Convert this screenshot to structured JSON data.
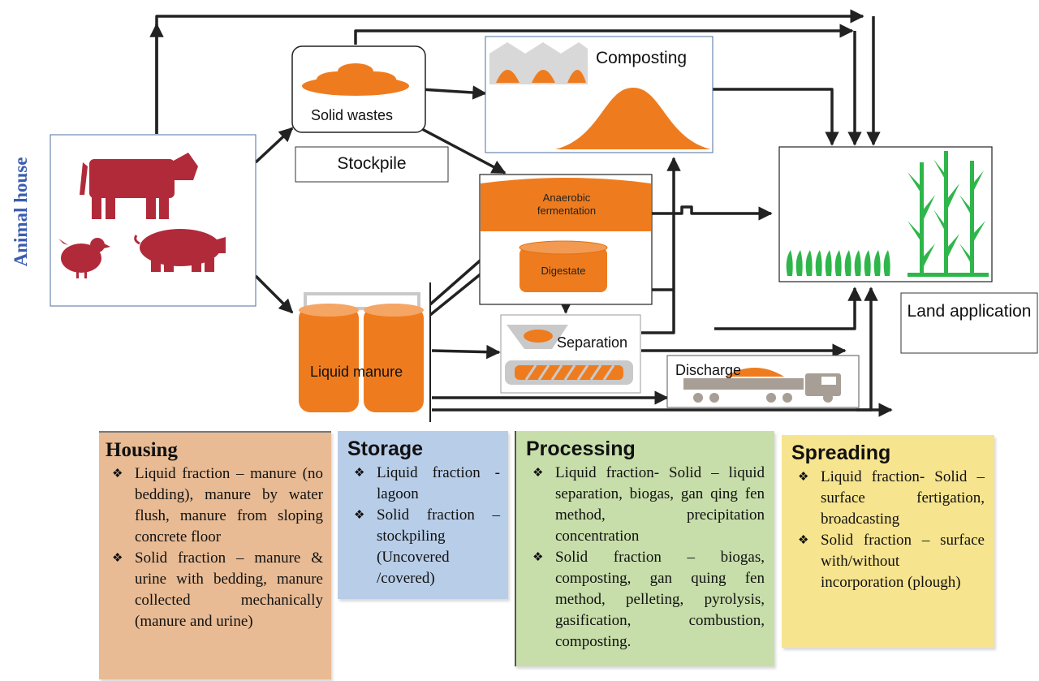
{
  "diagram": {
    "side_title": "Animal house",
    "nodes": {
      "solid_wastes": "Solid wastes",
      "stockpile": "Stockpile",
      "composting": "Composting",
      "anaerobic": "Anaerobic fermentation",
      "digestate": "Digestate",
      "separation": "Separation",
      "liquid_manure": "Liquid manure",
      "discharge": "Discharge",
      "land_application": "Land application"
    },
    "colors": {
      "orange": "#ee7c1f",
      "livestock_red": "#b12a3a",
      "plant_green": "#2fb64b",
      "title_blue": "#3a5db0"
    }
  },
  "panels": {
    "housing": {
      "title": "Housing",
      "color": "#e8bb94",
      "items": [
        "Liquid fraction – manure (no bedding), manure by water flush, manure from sloping concrete floor",
        "Solid fraction – manure & urine with bedding, manure collected mechanically (manure and urine)"
      ]
    },
    "storage": {
      "title": "Storage",
      "color": "#b8cde8",
      "items": [
        "Liquid fraction - lagoon",
        "Solid fraction – stockpiling (Uncovered /covered)"
      ]
    },
    "processing": {
      "title": "Processing",
      "color": "#c7deaa",
      "items": [
        "Liquid fraction- Solid – liquid separation, biogas, gan qing fen method, precipitation concentration",
        "Solid fraction – biogas, composting, gan quing fen method, pelleting, pyrolysis, gasification, combustion, composting."
      ]
    },
    "spreading": {
      "title": "Spreading",
      "color": "#f6e48e",
      "items": [
        "Liquid fraction- Solid – surface fertigation, broadcasting",
        "Solid fraction – surface with/without incorporation (plough)"
      ]
    }
  }
}
